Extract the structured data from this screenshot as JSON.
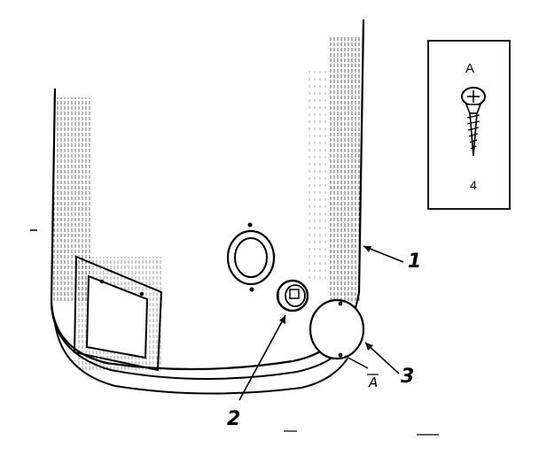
{
  "diagram": {
    "callouts": {
      "one": "1",
      "two": "2",
      "three": "3",
      "screw_ref": "A"
    },
    "inset": {
      "label_top": "A",
      "label_bottom": "4"
    }
  }
}
